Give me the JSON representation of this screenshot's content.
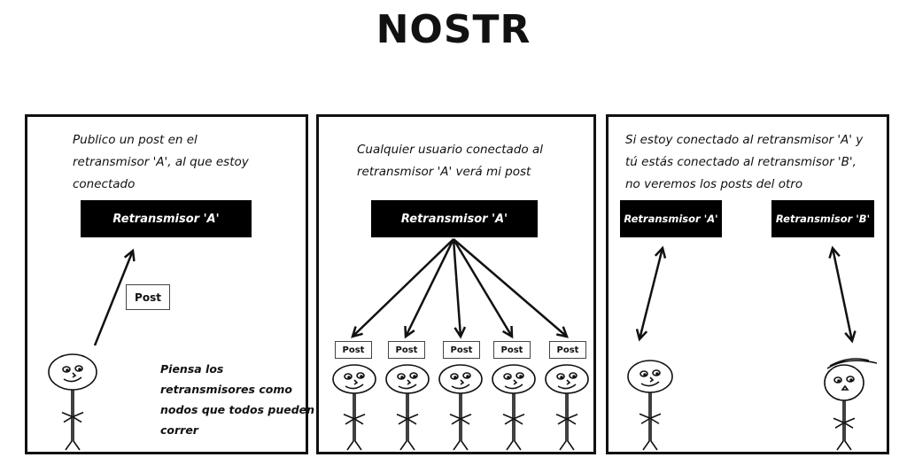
{
  "title": "NOSTR",
  "panels": [
    {
      "caption": [
        "Publico un post en el",
        "retransmisor 'A', al que estoy",
        "conectado"
      ],
      "relay": "Retransmisor 'A'",
      "post": "Post",
      "note": [
        "Piensa los",
        "retransmisores como",
        "nodos que todos pueden",
        "correr"
      ]
    },
    {
      "caption": [
        "Cualquier usuario conectado al",
        "retransmisor 'A' verá mi post"
      ],
      "relay": "Retransmisor 'A'",
      "posts": [
        "Post",
        "Post",
        "Post",
        "Post",
        "Post"
      ]
    },
    {
      "caption": [
        "Si estoy conectado al retransmisor 'A' y",
        "tú estás conectado al retransmisor 'B',",
        "no veremos los posts del otro"
      ],
      "relay_a": "Retransmisor 'A'",
      "relay_b": "Retransmisor 'B'"
    }
  ]
}
